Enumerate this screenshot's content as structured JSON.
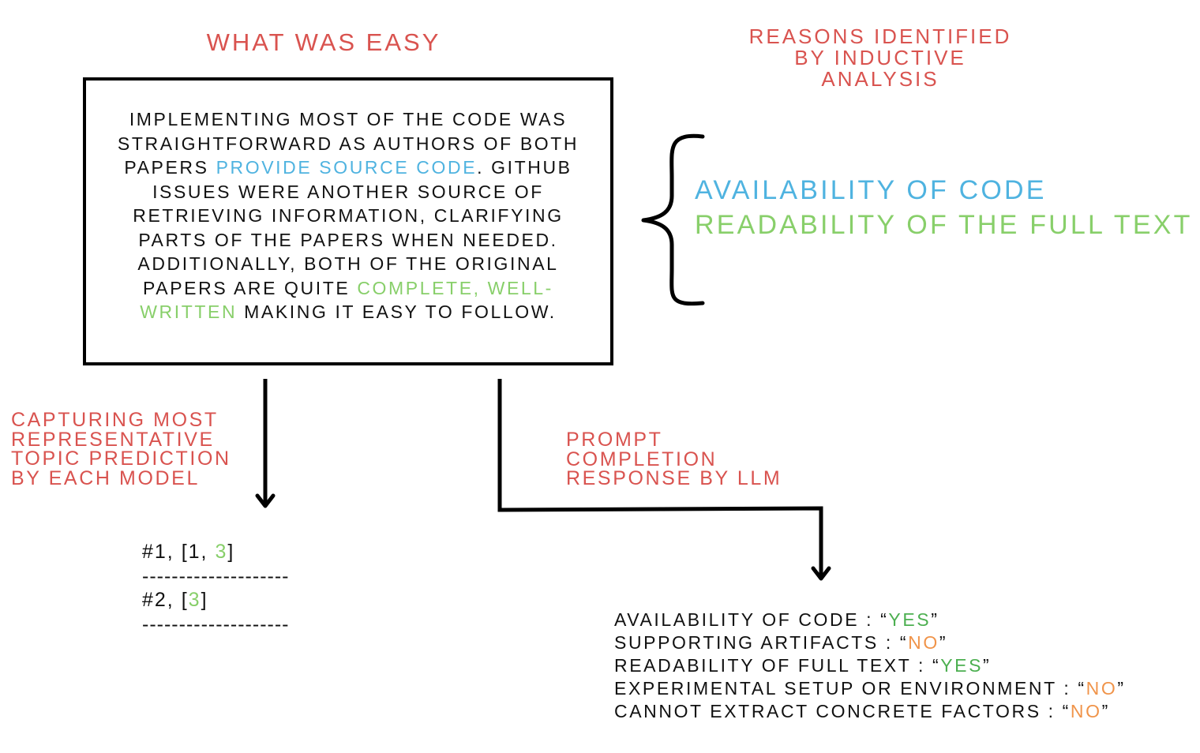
{
  "titles": {
    "what_was_easy": "WHAT WAS EASY",
    "reasons": [
      "REASONS IDENTIFIED",
      "BY INDUCTIVE",
      "ANALYSIS"
    ]
  },
  "box": {
    "segments": [
      {
        "text": "IMPLEMENTING MOST OF THE CODE WAS STRAIGHTFORWARD AS AUTHORS OF BOTH PAPERS ",
        "color": "#111111"
      },
      {
        "text": "PROVIDE SOURCE CODE",
        "color": "#4fb3e0"
      },
      {
        "text": ". GITHUB ISSUES WERE ANOTHER SOURCE OF RETRIEVING INFORMATION, CLARIFYING PARTS OF THE PAPERS WHEN NEEDED. ADDITIONALLY, BOTH OF THE ORIGINAL PAPERS ARE QUITE ",
        "color": "#111111"
      },
      {
        "text": "COMPLETE, WELL-WRITTEN",
        "color": "#88cf6a"
      },
      {
        "text": " MAKING IT EASY TO FOLLOW.",
        "color": "#111111"
      }
    ]
  },
  "reasons_result": {
    "item1": "AVAILABILITY OF CODE",
    "item2": "READABILITY OF THE FULL TEXT"
  },
  "left_branch": {
    "label": [
      "CAPTURING MOST",
      "REPRESENTATIVE",
      "TOPIC PREDICTION",
      "BY EACH MODEL"
    ],
    "items": [
      {
        "prefix": "#1, [1, ",
        "highlight": "3",
        "suffix": "]"
      },
      {
        "prefix": "#2, [",
        "highlight": "3",
        "suffix": "]"
      }
    ],
    "separator": "--------------------"
  },
  "right_branch": {
    "label": [
      "PROMPT",
      "COMPLETION",
      "RESPONSE BY LLM"
    ],
    "items": [
      {
        "key": "AVAILABILITY OF CODE : “",
        "value": "YES",
        "value_color": "#4caf50"
      },
      {
        "key": "SUPPORTING ARTIFACTS : “",
        "value": "NO",
        "value_color": "#f0944a"
      },
      {
        "key": "READABILITY OF FULL TEXT : “",
        "value": "YES",
        "value_color": "#4caf50"
      },
      {
        "key": "EXPERIMENTAL SETUP OR ENVIRONMENT : “",
        "value": "NO",
        "value_color": "#f0944a"
      },
      {
        "key": "CANNOT EXTRACT CONCRETE FACTORS : “",
        "value": "NO",
        "value_color": "#f0944a"
      }
    ],
    "close_quote": "”"
  },
  "colors": {
    "heading": "#d9534f",
    "code": "#4fb3e0",
    "readability": "#88cf6a",
    "yes": "#4caf50",
    "no": "#f0944a",
    "ink": "#111111"
  }
}
